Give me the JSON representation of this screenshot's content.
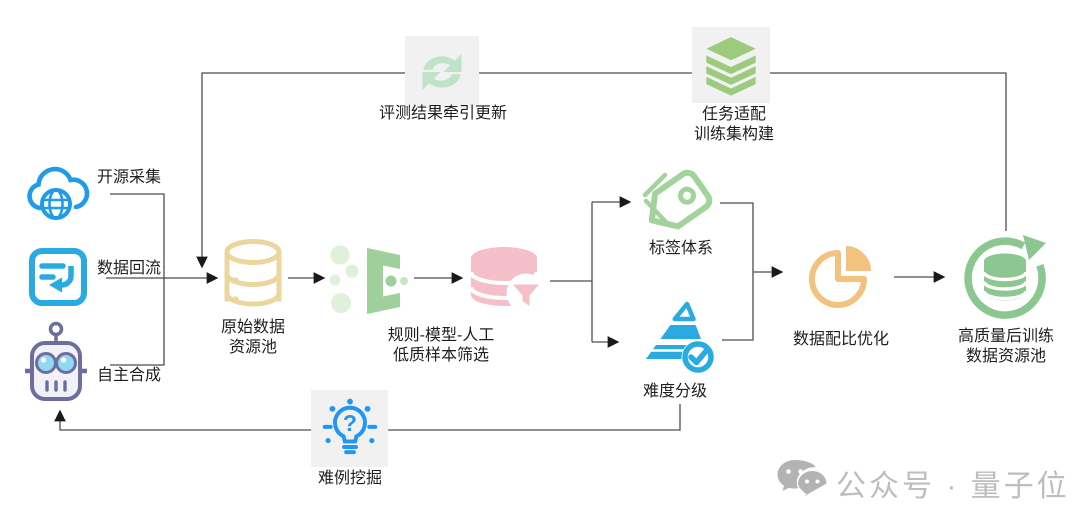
{
  "diagram": {
    "title": "post-training data pipeline flowchart",
    "sources": [
      {
        "label": "开源采集",
        "icon": "cloud-globe-icon"
      },
      {
        "label": "数据回流",
        "icon": "data-reflow-icon"
      },
      {
        "label": "自主合成",
        "icon": "robot-icon"
      }
    ],
    "nodes": {
      "raw_pool": {
        "line1": "原始数据",
        "line2": "资源池",
        "icon": "database-yellow-icon"
      },
      "filter": {
        "line1": "规则-模型-人工",
        "line2": "低质样本筛选",
        "icon": "funnel-dots-icon"
      },
      "filtered_db": {
        "icon": "database-pink-funnel-icon"
      },
      "tag_system": {
        "label": "标签体系",
        "icon": "tag-icon"
      },
      "difficulty": {
        "label": "难度分级",
        "icon": "pyramid-check-icon"
      },
      "mix_opt": {
        "label": "数据配比优化",
        "icon": "pie-chart-icon"
      },
      "hq_pool": {
        "line1": "高质量后训练",
        "line2": "数据资源池",
        "icon": "database-refresh-icon"
      },
      "eval_update": {
        "label": "评测结果牵引更新",
        "icon": "sync-arrows-icon"
      },
      "task_adapt": {
        "line1": "任务适配",
        "line2": "训练集构建",
        "icon": "layers-icon"
      },
      "hard_mining": {
        "label": "难例挖掘",
        "icon": "bulb-question-icon"
      }
    },
    "flow": [
      "sources -> raw_pool",
      "raw_pool -> filter -> filtered_db",
      "filtered_db -> tag_system & difficulty",
      "tag_system & difficulty -> mix_opt -> hq_pool",
      "hq_pool -> (top feedback: eval_update, task_adapt) -> raw_pool",
      "difficulty -> (bottom feedback: hard_mining) -> robot source"
    ],
    "watermark": {
      "text": "公众号 · 量子位",
      "icon": "wechat-icon"
    },
    "colors": {
      "background": "#ffffff",
      "line": "#4d4d4d",
      "arrowhead": "#1a1a1a",
      "text": "#1f1f1f",
      "blue": "#29ABE2",
      "cloud_blue": "#1E9BE9",
      "robot_purple": "#6E6E9E",
      "db_yellow": "#EBD79E",
      "pink": "#F5BFC9",
      "green": "#9FD09C",
      "pale_green": "#BEE3C6",
      "layer_green": "#9CCB7D",
      "pie_orange": "#F2C27E",
      "db_green": "#8CC690",
      "tile_gray": "#f1f1f1",
      "watermark_gray": "#bdbdbd"
    }
  }
}
